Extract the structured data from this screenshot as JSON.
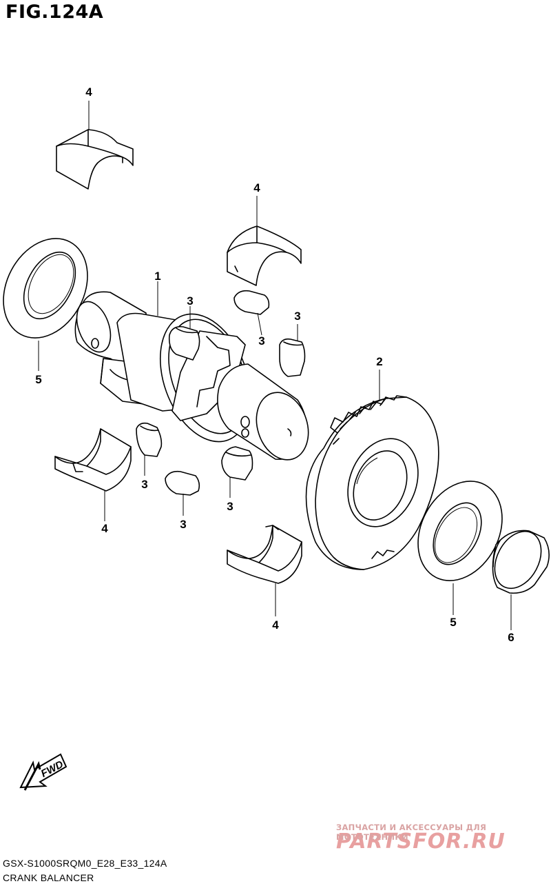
{
  "figure": {
    "title": "FIG.124A",
    "code": "GSX-S1000SRQM0_E28_E33_124A",
    "name": "CRANK BALANCER"
  },
  "direction_arrow": {
    "label": "FWD",
    "icon": "fwd-arrow-icon"
  },
  "callouts": {
    "c1": "1",
    "c2": "2",
    "c3a": "3",
    "c3b": "3",
    "c3c": "3",
    "c3d": "3",
    "c3e": "3",
    "c3f": "3",
    "c4a": "4",
    "c4b": "4",
    "c4c": "4",
    "c4d": "4",
    "c5a": "5",
    "c5b": "5",
    "c6": "6"
  },
  "watermark": {
    "tagline": "ЗАПЧАСТИ И АКСЕССУАРЫ ДЛЯ МОТОТЕХНИКИ",
    "brand": "PARTSFOR.RU",
    "color": "#e8a0a0"
  }
}
